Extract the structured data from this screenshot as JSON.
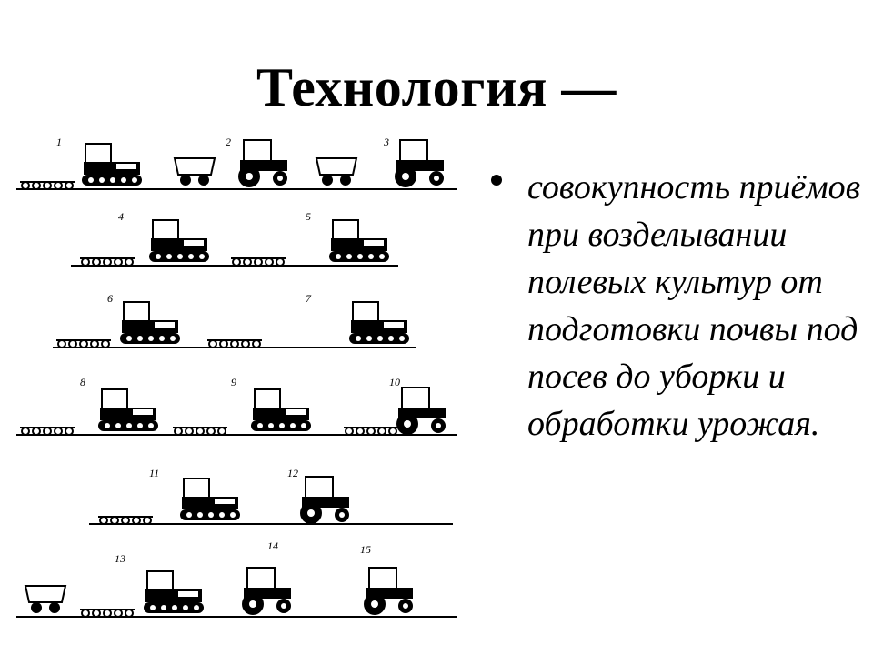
{
  "slide": {
    "title": "Технология —",
    "bullet_text": "совокупность приёмов при возделывании полевых культур от подготовки почвы под посев до уборки и обработки урожая."
  },
  "figure": {
    "machine_numbers": [
      "1",
      "2",
      "3",
      "4",
      "5",
      "6",
      "7",
      "8",
      "9",
      "10",
      "11",
      "12",
      "13",
      "14",
      "15"
    ]
  }
}
